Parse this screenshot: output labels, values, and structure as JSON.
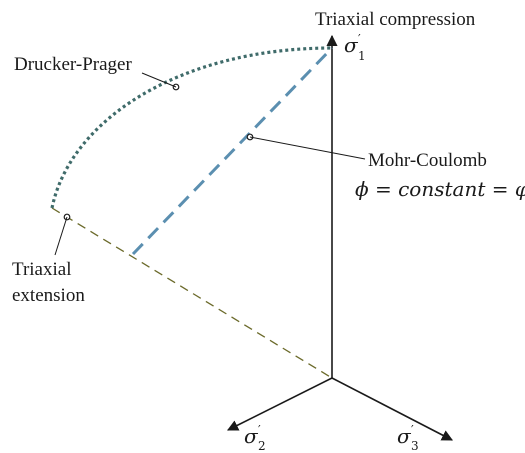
{
  "labels": {
    "triaxial_compression": "Triaxial compression",
    "drucker_prager": "Drucker-Prager",
    "mohr_coulomb": "Mohr-Coulomb",
    "phi_equation": "ϕ = constant = φ",
    "triaxial_line1": "Triaxial",
    "triaxial_line2": "extension"
  },
  "axes": {
    "sigma_symbol": "σ",
    "prime": "′",
    "axis1_sub": "1",
    "axis2_sub": "2",
    "axis3_sub": "3"
  },
  "colors": {
    "drucker_prager_curve": "#3f6b6a",
    "mohr_coulomb_line": "#5b8fb0",
    "extension_line": "#6b6a2a",
    "axis": "#1a1a1a"
  }
}
